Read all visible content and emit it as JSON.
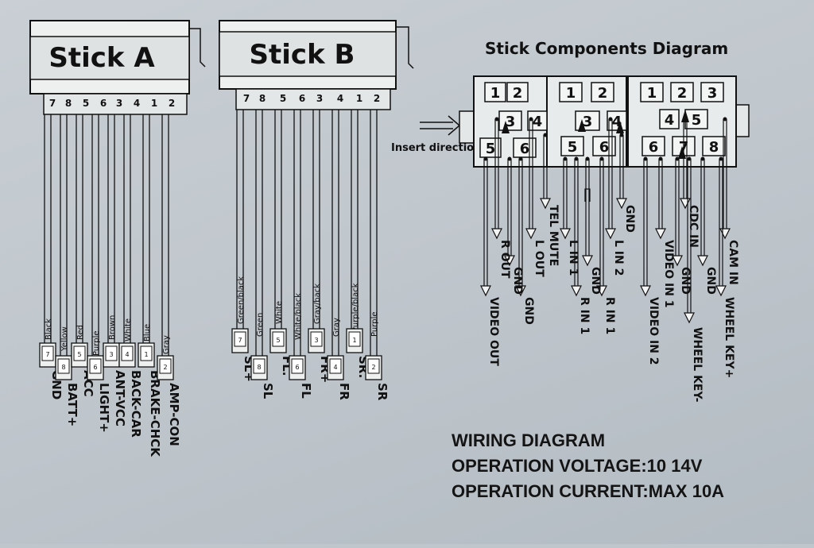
{
  "stick_a": {
    "title": "Stick A",
    "header_pins": [
      "7",
      "8",
      "5",
      "6",
      "3",
      "4",
      "1",
      "2"
    ],
    "wires": [
      {
        "color": "Black",
        "pin": "7",
        "func": "GND"
      },
      {
        "color": "Yellow",
        "pin": "8",
        "func": "BATT+"
      },
      {
        "color": "Red",
        "pin": "5",
        "func": "ACC"
      },
      {
        "color": "Purple",
        "pin": "6",
        "func": "LIGHT+"
      },
      {
        "color": "Brown",
        "pin": "3",
        "func": "ANT-VCC"
      },
      {
        "color": "White",
        "pin": "4",
        "func": "BACK-CAR"
      },
      {
        "color": "Blue",
        "pin": "1",
        "func": "BRAKE-CHCK"
      },
      {
        "color": "Gray",
        "pin": "2",
        "func": "AMP-CON"
      }
    ]
  },
  "stick_b": {
    "title": "Stick B",
    "header_pins": [
      "7",
      "8",
      "5",
      "6",
      "3",
      "4",
      "1",
      "2"
    ],
    "wires": [
      {
        "color": "Green/black",
        "pin": "7",
        "func": "SL+"
      },
      {
        "color": "Green",
        "pin": "8",
        "func": "SL"
      },
      {
        "color": "White",
        "pin": "5",
        "func": "FL."
      },
      {
        "color": "White/black",
        "pin": "6",
        "func": "FL"
      },
      {
        "color": "Gray/back",
        "pin": "3",
        "func": "FR+"
      },
      {
        "color": "Gray",
        "pin": "4",
        "func": "FR"
      },
      {
        "color": "Purple/black",
        "pin": "1",
        "func": "SR."
      },
      {
        "color": "Purple",
        "pin": "2",
        "func": "SR"
      }
    ]
  },
  "components": {
    "title": "Stick Components Diagram",
    "insert_label": "Insert direction",
    "block1": {
      "pins": [
        "1",
        "2",
        "3",
        "4",
        "5",
        "6"
      ],
      "signals": [
        "VIDEO OUT",
        "R OUT",
        "GND",
        "GND",
        "L OUT",
        "TEL MUTE"
      ]
    },
    "block2": {
      "pins": [
        "1",
        "2",
        "3",
        "4",
        "5",
        "6"
      ],
      "signals": [
        "L IN 1",
        "GND",
        "R IN 1",
        "R IN 1",
        "L IN 2",
        "GND"
      ]
    },
    "block3": {
      "pins": [
        "1",
        "2",
        "3",
        "4",
        "5",
        "6",
        "7",
        "8"
      ],
      "signals": [
        "VIDEO IN 2",
        "VIDEO IN 1",
        "GND",
        "CDC IN",
        "WHEEL KEY-",
        "GND",
        "CAM IN",
        "WHEEL KEY+"
      ]
    }
  },
  "footer": {
    "line1": "WIRING DIAGRAM",
    "line2": "OPERATION VOLTAGE:10 14V",
    "line3": "OPERATION CURRENT:MAX 10A"
  }
}
